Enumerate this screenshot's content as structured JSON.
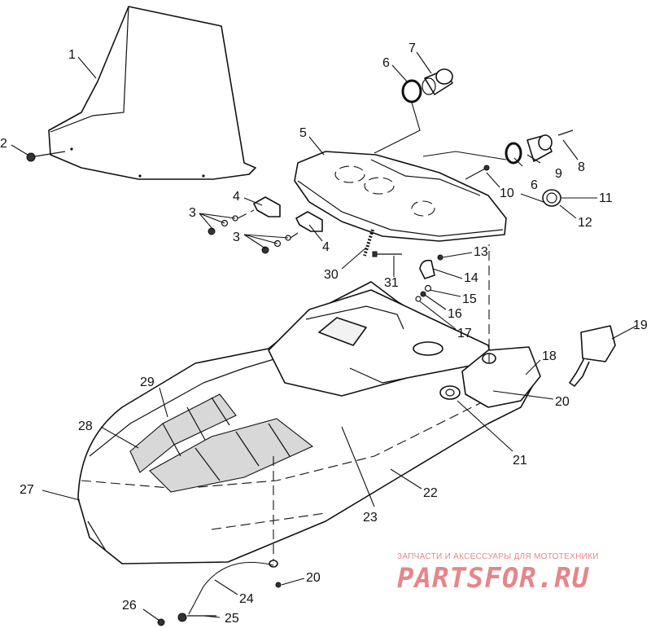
{
  "callouts": [
    "1",
    "2",
    "3",
    "3",
    "4",
    "4",
    "5",
    "6",
    "6",
    "7",
    "8",
    "9",
    "10",
    "11",
    "12",
    "13",
    "14",
    "15",
    "16",
    "17",
    "18",
    "19",
    "20",
    "20",
    "21",
    "22",
    "23",
    "24",
    "25",
    "26",
    "27",
    "28",
    "29",
    "30",
    "31"
  ],
  "watermark": {
    "caption": "ЗАПЧАСТИ И АКСЕССУАРЫ ДЛЯ МОТОТЕХНИКИ",
    "logo": "PARTSFOR.RU",
    "color": "#e5868a"
  },
  "colors": {
    "line": "#111111",
    "background": "#ffffff"
  }
}
